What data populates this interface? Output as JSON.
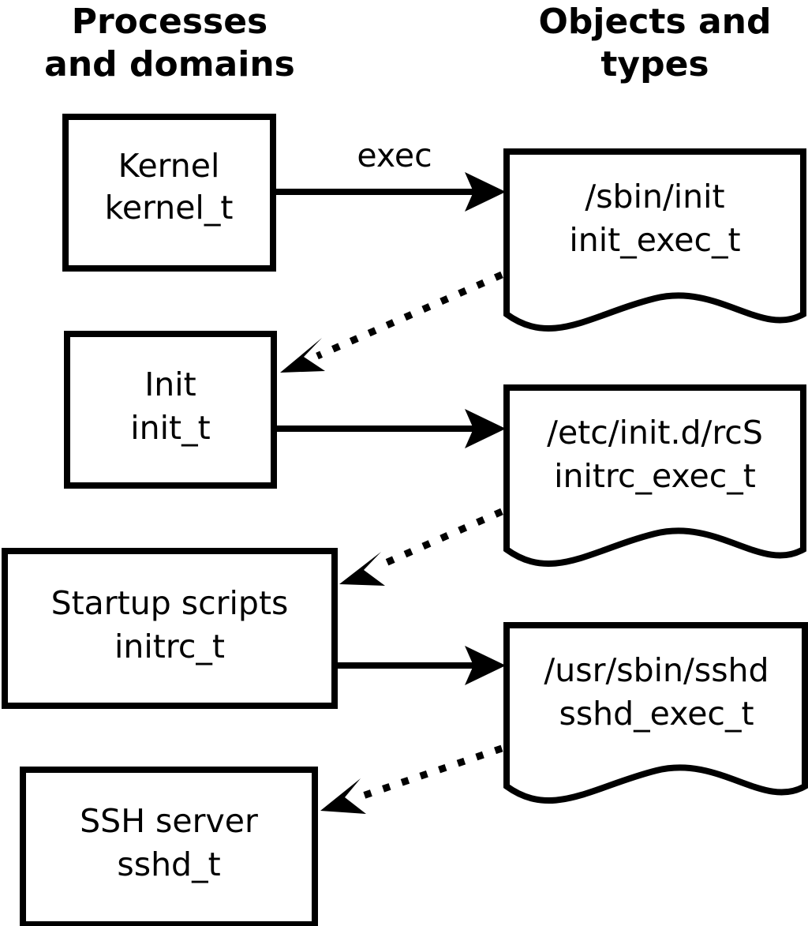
{
  "diagram": {
    "title": "SELinux process domains and object types transition diagram",
    "background_color": "#ffffff",
    "ink_color": "#000000",
    "columns": [
      {
        "id": "processes",
        "label_line1": "Processes",
        "label_line2": "and domains"
      },
      {
        "id": "objects",
        "label_line1": "Objects and",
        "label_line2": "types"
      }
    ],
    "process_nodes": [
      {
        "id": "kernel",
        "shape": "rectangle",
        "line1": "Kernel",
        "line2": "kernel_t"
      },
      {
        "id": "init",
        "shape": "rectangle",
        "line1": "Init",
        "line2": "init_t"
      },
      {
        "id": "initrc",
        "shape": "rectangle",
        "line1": "Startup scripts",
        "line2": "initrc_t"
      },
      {
        "id": "sshd",
        "shape": "rectangle",
        "line1": "SSH server",
        "line2": "sshd_t"
      }
    ],
    "object_nodes": [
      {
        "id": "init_exec",
        "shape": "document",
        "line1": "/sbin/init",
        "line2": "init_exec_t"
      },
      {
        "id": "initrc_exec",
        "shape": "document",
        "line1": "/etc/init.d/rcS",
        "line2": "initrc_exec_t"
      },
      {
        "id": "sshd_exec",
        "shape": "document",
        "line1": "/usr/sbin/sshd",
        "line2": "sshd_exec_t"
      }
    ],
    "edges": [
      {
        "id": "kernel-exec-init_exec",
        "from": "kernel",
        "to": "init_exec",
        "style": "solid",
        "label": "exec"
      },
      {
        "id": "init_exec-transition-init",
        "from": "init_exec",
        "to": "init",
        "style": "dotted",
        "label": ""
      },
      {
        "id": "init-exec-initrc_exec",
        "from": "init",
        "to": "initrc_exec",
        "style": "solid",
        "label": ""
      },
      {
        "id": "initrc_exec-transition-initrc",
        "from": "initrc_exec",
        "to": "initrc",
        "style": "dotted",
        "label": ""
      },
      {
        "id": "initrc-exec-sshd_exec",
        "from": "initrc",
        "to": "sshd_exec",
        "style": "solid",
        "label": ""
      },
      {
        "id": "sshd_exec-transition-sshd",
        "from": "sshd_exec",
        "to": "sshd",
        "style": "dotted",
        "label": ""
      }
    ]
  }
}
